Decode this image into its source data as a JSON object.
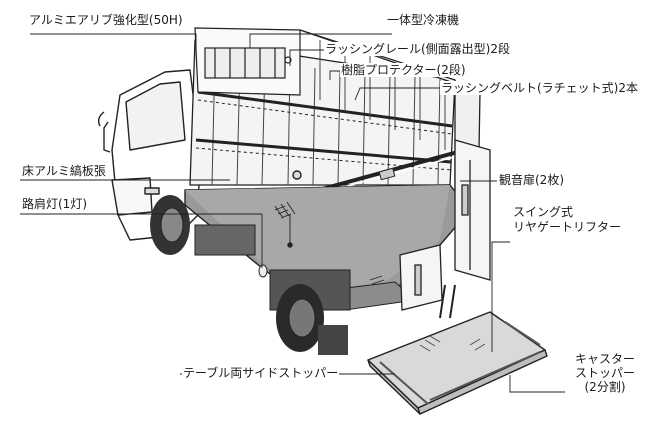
{
  "diagram": {
    "labels": {
      "aluminum_rib": "アルミエアリブ強化型(50H)",
      "refrigerator": "一体型冷凍機",
      "lashing_rail": "ラッシングレール(側面露出型)2段",
      "resin_protector": "樹脂プロテクター(2段)",
      "lashing_belt": "ラッシングベルト(ラチェット式)2本",
      "floor_plate": "床アルミ縞板張",
      "road_light": "路肩灯(1灯)",
      "double_door": "観音扉(2枚)",
      "lifter_line1": "スイング式",
      "lifter_line2": "リヤゲートリフター",
      "table_stopper": "テーブル両サイドストッパー",
      "caster_line1": "キャスター",
      "caster_line2": "ストッパー",
      "caster_line3": "(2分割)"
    }
  }
}
